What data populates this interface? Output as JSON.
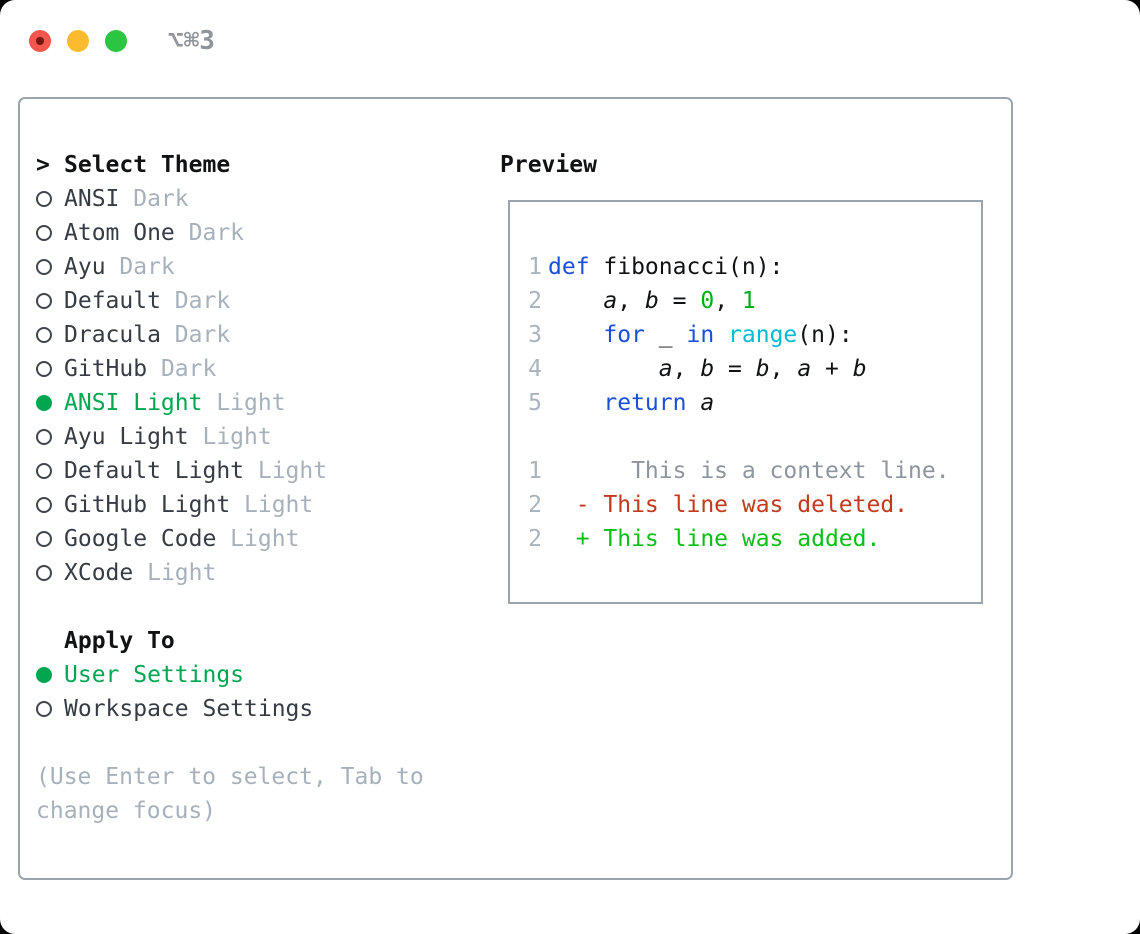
{
  "window": {
    "title": "⌥⌘3"
  },
  "theme_list": {
    "cursor": ">",
    "header": "Select Theme",
    "items": [
      {
        "name": "ANSI",
        "variant": "Dark",
        "selected": false
      },
      {
        "name": "Atom One",
        "variant": "Dark",
        "selected": false
      },
      {
        "name": "Ayu",
        "variant": "Dark",
        "selected": false
      },
      {
        "name": "Default",
        "variant": "Dark",
        "selected": false
      },
      {
        "name": "Dracula",
        "variant": "Dark",
        "selected": false
      },
      {
        "name": "GitHub",
        "variant": "Dark",
        "selected": false
      },
      {
        "name": "ANSI Light",
        "variant": "Light",
        "selected": true
      },
      {
        "name": "Ayu Light",
        "variant": "Light",
        "selected": false
      },
      {
        "name": "Default Light",
        "variant": "Light",
        "selected": false
      },
      {
        "name": "GitHub Light",
        "variant": "Light",
        "selected": false
      },
      {
        "name": "Google Code",
        "variant": "Light",
        "selected": false
      },
      {
        "name": "XCode",
        "variant": "Light",
        "selected": false
      }
    ]
  },
  "apply_to": {
    "header": "Apply To",
    "options": [
      {
        "label": "User Settings",
        "selected": true
      },
      {
        "label": "Workspace Settings",
        "selected": false
      }
    ]
  },
  "hint": "(Use Enter to select, Tab to change focus)",
  "preview": {
    "header": "Preview",
    "code_lines": [
      {
        "num": "1",
        "tokens": [
          {
            "type": "keyword",
            "text": "def"
          },
          {
            "type": "plain",
            "text": " fibonacci(n):"
          }
        ]
      },
      {
        "num": "2",
        "tokens": [
          {
            "type": "plain",
            "text": "    "
          },
          {
            "type": "variable",
            "text": "a"
          },
          {
            "type": "plain",
            "text": ", "
          },
          {
            "type": "variable",
            "text": "b"
          },
          {
            "type": "plain",
            "text": " = "
          },
          {
            "type": "number",
            "text": "0"
          },
          {
            "type": "plain",
            "text": ", "
          },
          {
            "type": "number",
            "text": "1"
          }
        ]
      },
      {
        "num": "3",
        "tokens": [
          {
            "type": "plain",
            "text": "    "
          },
          {
            "type": "keyword",
            "text": "for"
          },
          {
            "type": "plain",
            "text": " _ "
          },
          {
            "type": "keyword",
            "text": "in"
          },
          {
            "type": "plain",
            "text": " "
          },
          {
            "type": "builtin",
            "text": "range"
          },
          {
            "type": "plain",
            "text": "(n):"
          }
        ]
      },
      {
        "num": "4",
        "tokens": [
          {
            "type": "plain",
            "text": "        "
          },
          {
            "type": "variable",
            "text": "a"
          },
          {
            "type": "plain",
            "text": ", "
          },
          {
            "type": "variable",
            "text": "b"
          },
          {
            "type": "plain",
            "text": " = "
          },
          {
            "type": "variable",
            "text": "b"
          },
          {
            "type": "plain",
            "text": ", "
          },
          {
            "type": "variable",
            "text": "a"
          },
          {
            "type": "plain",
            "text": " + "
          },
          {
            "type": "variable",
            "text": "b"
          }
        ]
      },
      {
        "num": "5",
        "tokens": [
          {
            "type": "plain",
            "text": "    "
          },
          {
            "type": "keyword",
            "text": "return"
          },
          {
            "type": "plain",
            "text": " "
          },
          {
            "type": "variable",
            "text": "a"
          }
        ]
      }
    ],
    "diff_lines": [
      {
        "num": "1",
        "type": "context",
        "text": "      This is a context line."
      },
      {
        "num": "2",
        "type": "deleted",
        "text": "  - This line was deleted."
      },
      {
        "num": "2",
        "type": "added",
        "text": "  + This line was added."
      }
    ]
  },
  "colors": {
    "accent_green": "#00a750",
    "diff_added": "#0abf15",
    "diff_deleted": "#c23a1d",
    "keyword_blue": "#1b4fd8",
    "builtin_cyan": "#00bcd0",
    "number_green": "#00ad1f",
    "border_gray": "#9ba5af",
    "text_muted": "#a7b1bb",
    "traffic_red": "#f2564c",
    "traffic_yellow": "#fcbb2e",
    "traffic_green": "#2cc53f"
  }
}
